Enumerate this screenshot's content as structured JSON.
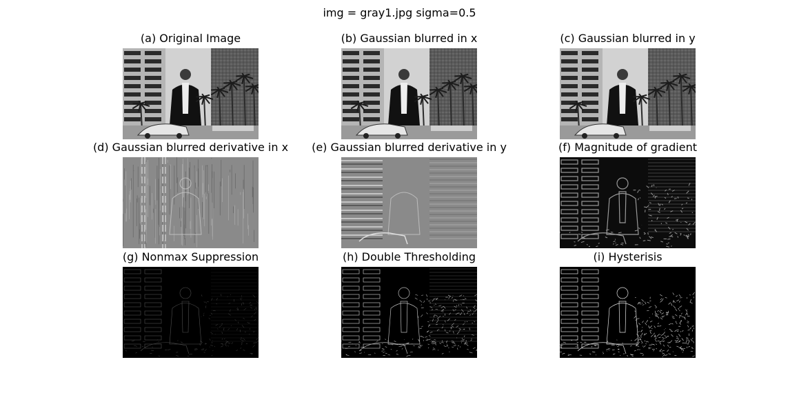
{
  "figure": {
    "suptitle": "img = gray1.jpg sigma=0.5"
  },
  "panels": [
    {
      "id": "a",
      "title": "(a) Original Image",
      "kind": "original"
    },
    {
      "id": "b",
      "title": "(b) Gaussian blurred in x",
      "kind": "original"
    },
    {
      "id": "c",
      "title": "(c) Gaussian blurred in y",
      "kind": "original"
    },
    {
      "id": "d",
      "title": "(d) Gaussian blurred derivative in x",
      "kind": "deriv_x"
    },
    {
      "id": "e",
      "title": "(e) Gaussian blurred derivative in y",
      "kind": "deriv_y"
    },
    {
      "id": "f",
      "title": "(f) Magnitude of gradient",
      "kind": "magnitude"
    },
    {
      "id": "g",
      "title": "(g) Nonmax Suppression",
      "kind": "nonmax"
    },
    {
      "id": "h",
      "title": "(h) Double Thresholding",
      "kind": "double"
    },
    {
      "id": "i",
      "title": "(i) Hysterisis",
      "kind": "hyst"
    }
  ]
}
